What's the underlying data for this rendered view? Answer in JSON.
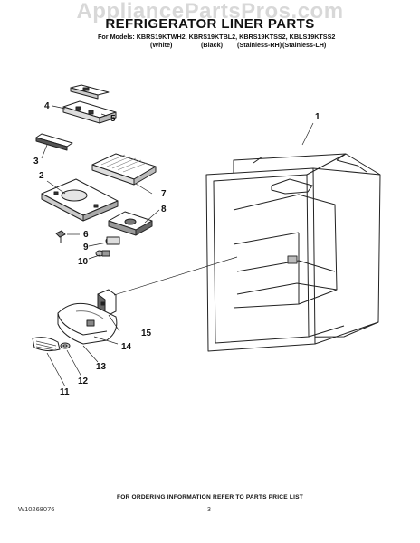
{
  "watermark": "AppliancePartsPros.com",
  "title": "REFRIGERATOR LINER PARTS",
  "models_line": "For Models: KBRS19KTWH2, KBRS19KTBL2, KBRS19KTSS2, KBLS19KTSS2",
  "color_labels": [
    "(White)",
    "(Black)",
    "(Stainless-RH)",
    "(Stainless-LH)"
  ],
  "callouts": [
    "1",
    "2",
    "3",
    "4",
    "5",
    "6",
    "7",
    "8",
    "9",
    "10",
    "11",
    "12",
    "13",
    "14",
    "15"
  ],
  "footer_note": "FOR ORDERING INFORMATION REFER TO PARTS PRICE LIST",
  "doc_number": "W10268076",
  "page_number": "3"
}
